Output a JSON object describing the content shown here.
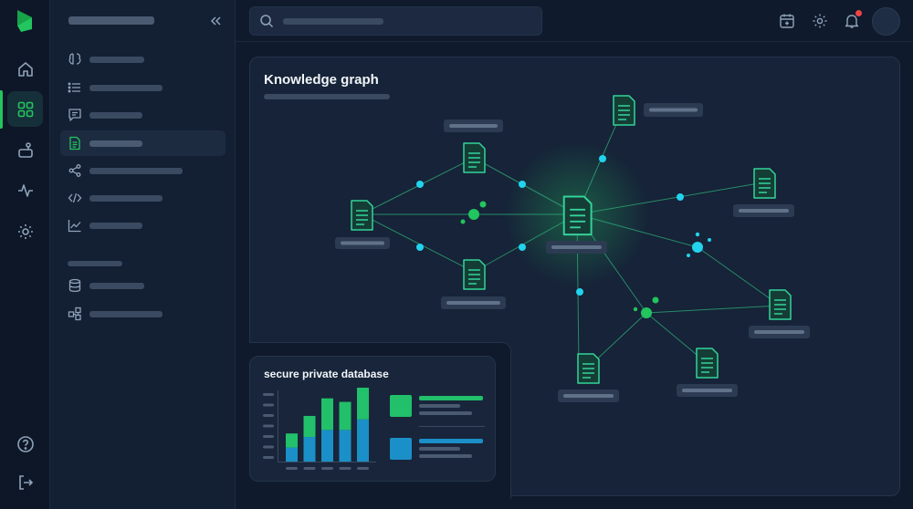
{
  "graph": {
    "title": "Knowledge graph"
  },
  "database": {
    "title": "secure private database",
    "chart_data": {
      "type": "bar",
      "series": [
        {
          "values": [
            0.2,
            0.35,
            0.45,
            0.45,
            0.6
          ]
        },
        {
          "values": [
            0.2,
            0.3,
            0.45,
            0.4,
            0.77
          ]
        }
      ]
    }
  },
  "colors": {
    "accent": "#22c55e",
    "node_green": "#34d399",
    "node_cyan": "#22d3ee",
    "bar_blue": "#1b8fc7",
    "bar_green": "#22c06a",
    "notification": "#ef4444",
    "background": "#0f1a2c"
  },
  "icons": {
    "rail": [
      "logo-icon",
      "home-icon",
      "dashboard-grid-icon",
      "workflow-icon",
      "analytics-icon",
      "settings-icon",
      "help-icon",
      "logout-icon"
    ],
    "sidebar": [
      "brain-icon",
      "list-icon",
      "chat-icon",
      "document-icon",
      "share-icon",
      "code-icon",
      "chart-icon",
      "database-icon",
      "integrations-icon"
    ],
    "top": [
      "search-icon",
      "calendar-add-icon",
      "gear-icon",
      "bell-icon"
    ]
  }
}
